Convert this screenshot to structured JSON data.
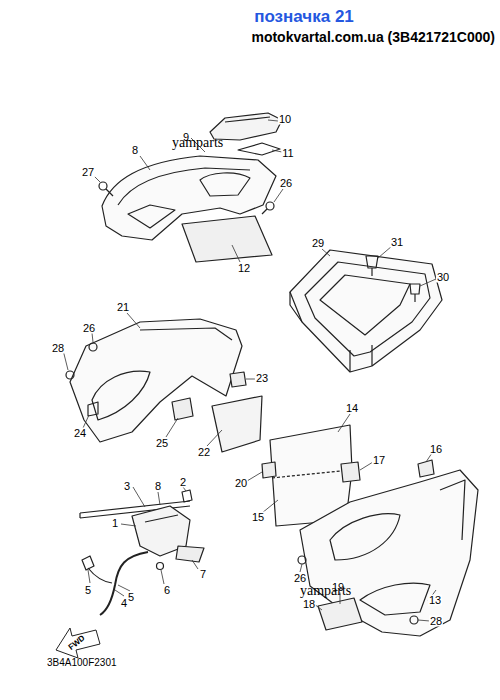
{
  "diagram": {
    "title": "позначка 21",
    "labels": [
      "motokvartal.com.ua (3B421721C000)",
      "10",
      "9",
      "yamparts",
      "11",
      "8",
      "27",
      "26",
      "12",
      "29",
      "31",
      "30",
      "21",
      "26",
      "28",
      "23",
      "24",
      "25",
      "22",
      "14",
      "16",
      "17",
      "20",
      "3",
      "8",
      "2",
      "1",
      "15",
      "7",
      "6",
      "5",
      "5",
      "4",
      "26",
      "19",
      "yamparts",
      "18",
      "13",
      "28",
      "FWD",
      "3B4A100F2301"
    ]
  }
}
